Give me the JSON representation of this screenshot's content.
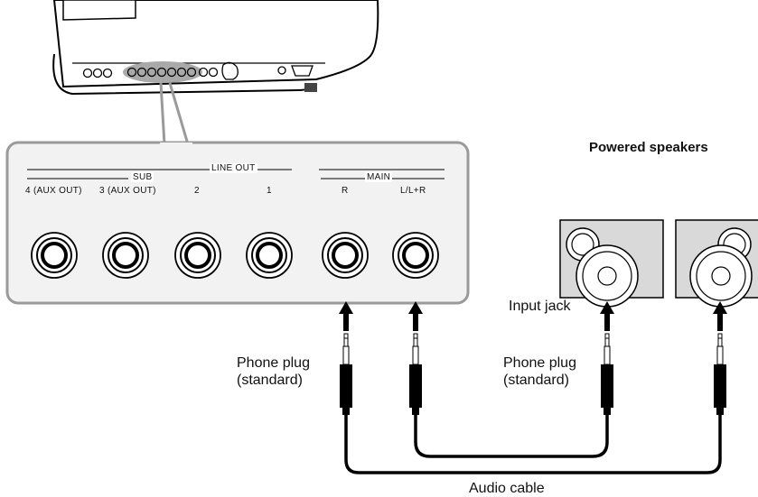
{
  "panel": {
    "line_out": "LINE OUT",
    "sub": "SUB",
    "main": "MAIN",
    "jacks": [
      "4 (AUX OUT)",
      "3 (AUX OUT)",
      "2",
      "1",
      "R",
      "L/L+R"
    ]
  },
  "speakers": {
    "title": "Powered speakers",
    "input_jack": "Input jack"
  },
  "plug_left": {
    "line1": "Phone plug",
    "line2": "(standard)"
  },
  "plug_right": {
    "line1": "Phone plug",
    "line2": "(standard)"
  },
  "cable": "Audio cable",
  "colors": {
    "panel_fill": "#f2f2f2",
    "panel_border": "#9a9a9a",
    "speaker_fill": "#d9d9d9",
    "line": "#000000"
  }
}
